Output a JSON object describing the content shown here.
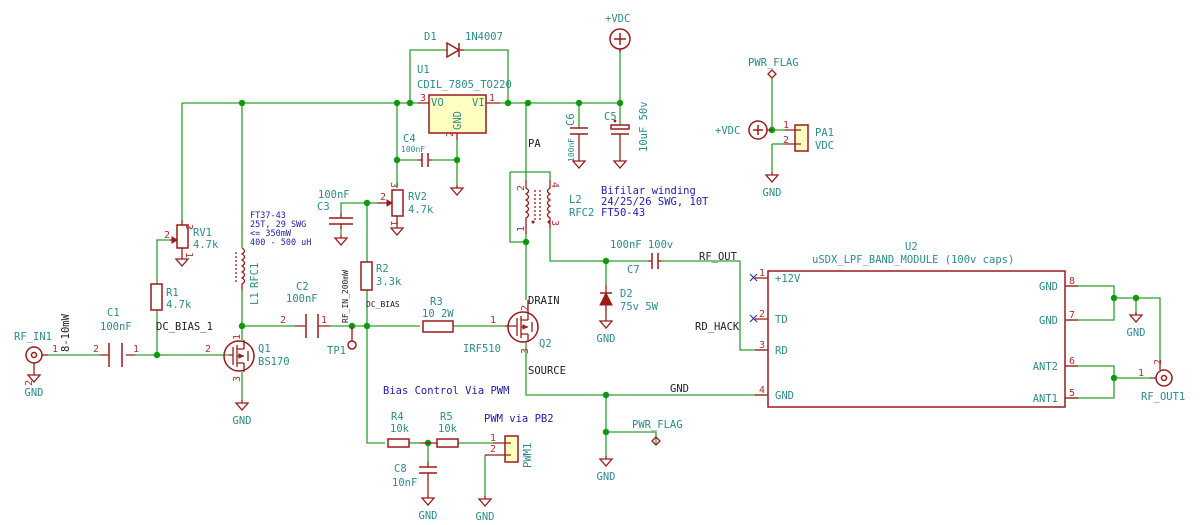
{
  "schematic": {
    "title": "uSDX PA schematic",
    "colors": {
      "wire": "#0a8f0a",
      "part": "#9a1a1a",
      "ref_text": "#2e8b8b",
      "comment_text": "#2222aa",
      "net_text": "#222222",
      "ic_fill": "#ffffc2"
    },
    "components": {
      "rf_in1": {
        "ref": "RF_IN1",
        "pin1": "1",
        "pin2": "2",
        "power_note": "8-10mW"
      },
      "c1": {
        "ref": "C1",
        "value": "100nF",
        "pin1": "1",
        "pin2": "2"
      },
      "r1": {
        "ref": "R1",
        "value": "4.7k"
      },
      "rv1": {
        "ref": "RV1",
        "value": "4.7k",
        "pin1": "1",
        "pin2": "2",
        "pin3": "3"
      },
      "q1": {
        "ref": "Q1",
        "value": "BS170",
        "pin1": "1",
        "pin2": "2",
        "pin3": "3"
      },
      "l1": {
        "ref": "L1",
        "value": "RFC1",
        "note": [
          "FT37-43",
          "25T, 29 SWG",
          "<= 350mW",
          "400 - 500 uH"
        ]
      },
      "c2": {
        "ref": "C2",
        "value": "100nF",
        "pin1": "1",
        "pin2": "2"
      },
      "tp1": {
        "ref": "TP1"
      },
      "c3": {
        "ref": "C3",
        "value": "100nF"
      },
      "rv2": {
        "ref": "RV2",
        "value": "4.7k",
        "pin1": "1",
        "pin2": "2",
        "pin3": "3"
      },
      "r2": {
        "ref": "R2",
        "value": "3.3k"
      },
      "r3": {
        "ref": "R3",
        "value": "10 2W",
        "pin1": "1"
      },
      "c4": {
        "ref": "C4",
        "value": "100nF"
      },
      "d1": {
        "ref": "D1",
        "value": "1N4007"
      },
      "u1": {
        "ref": "U1",
        "value": "CDIL_7805_TO220",
        "pin_vo": "VO",
        "pin_vi": "VI",
        "pin_gnd": "GND",
        "pin1": "1",
        "pin2": "2",
        "pin3": "3"
      },
      "c6": {
        "ref": "C6",
        "value": "100nF"
      },
      "c5": {
        "ref": "C5",
        "value": "10uF 50v"
      },
      "l2": {
        "ref": "L2",
        "value": "RFC2",
        "pin1": "1",
        "pin2": "2",
        "pin3": "3",
        "pin4": "4",
        "note": [
          "Bifilar winding",
          "24/25/26 SWG, 10T",
          "FT50-43"
        ]
      },
      "q2": {
        "ref": "Q2",
        "value": "IRF510",
        "pin1": "1",
        "pin2": "2",
        "pin3": "3"
      },
      "c7": {
        "ref": "C7",
        "value": "100nF 100v"
      },
      "d2": {
        "ref": "D2",
        "value": "75v 5W"
      },
      "r4": {
        "ref": "R4",
        "value": "10k"
      },
      "r5": {
        "ref": "R5",
        "value": "10k"
      },
      "c8": {
        "ref": "C8",
        "value": "10nF"
      },
      "pwm1": {
        "ref": "PWM1",
        "pin1": "1",
        "pin2": "2",
        "note": "PWM via PB2"
      },
      "pa1": {
        "ref": "PA1",
        "value": "VDC",
        "pin1": "1",
        "pin2": "2"
      },
      "u2": {
        "ref": "U2",
        "value": "uSDX_LPF_BAND_MODULE (100v caps)",
        "left_pins": [
          {
            "num": "1",
            "name": "+12V"
          },
          {
            "num": "2",
            "name": "TD"
          },
          {
            "num": "3",
            "name": "RD"
          },
          {
            "num": "4",
            "name": "GND"
          }
        ],
        "right_pins": [
          {
            "num": "8",
            "name": "GND"
          },
          {
            "num": "7",
            "name": "GND"
          },
          {
            "num": "6",
            "name": "ANT2"
          },
          {
            "num": "5",
            "name": "ANT1"
          }
        ]
      },
      "rf_out1": {
        "ref": "RF_OUT1",
        "pin1": "1",
        "pin2": "2"
      }
    },
    "nets": {
      "dc_bias_1": "DC_BIAS_1",
      "dc_bias": "DC_BIAS",
      "rf_in_200mw": "RF_IN_200mW",
      "pa": "PA",
      "drain": "DRAIN",
      "source": "SOURCE",
      "rf_out": "RF_OUT",
      "rd_hack": "RD_HACK",
      "gnd": "GND"
    },
    "power": {
      "gnd": "GND",
      "vdc": "+VDC",
      "pwr_flag": "PWR_FLAG"
    },
    "comments": {
      "bias_control": "Bias Control Via PWM"
    }
  }
}
